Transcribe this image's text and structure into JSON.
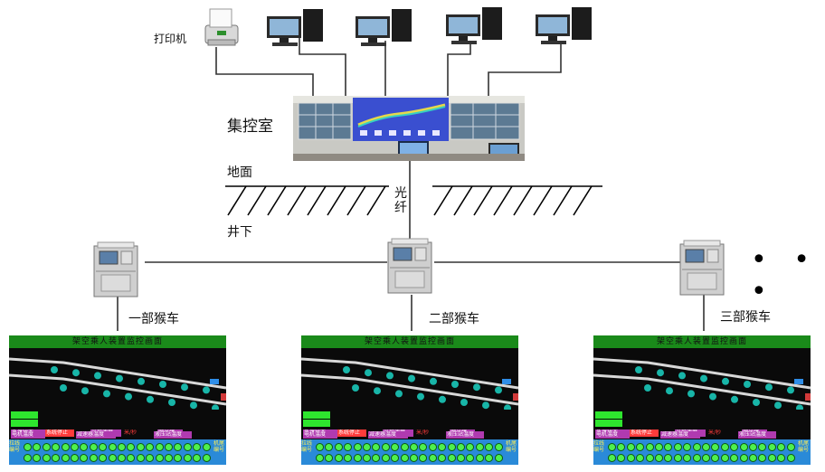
{
  "labels": {
    "printer": "打印机",
    "control_room": "集控室",
    "surface": "地面",
    "underground": "井下",
    "fiber": "光纤",
    "car1": "一部猴车",
    "car2": "二部猴车",
    "car3": "三部猴车",
    "ellipsis": "• • •"
  },
  "monitor_panel": {
    "title": "架空乘人装置监控画面",
    "row1": [
      "急停状态",
      "系统停止",
      "当前速度",
      "米/秒",
      "钢丝绳"
    ],
    "row2": [
      "电机温度",
      "减速器温度",
      "液压站温度"
    ],
    "left_side": "拉线编号",
    "right_side": "机尾编号"
  },
  "colors": {
    "panel_title_bg": "#1a8a1a",
    "panel_grid_bg": "#2a8ad8",
    "line": "#333333"
  }
}
